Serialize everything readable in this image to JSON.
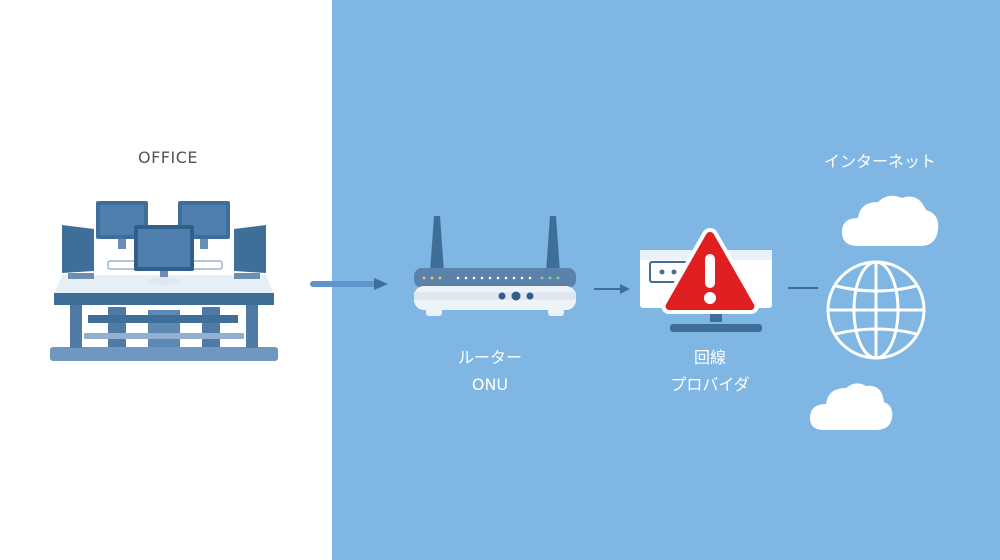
{
  "office": {
    "label": "OFFICE"
  },
  "router": {
    "label_line1": "ルーター",
    "label_line2": "ONU"
  },
  "provider": {
    "label_line1": "回線",
    "label_line2": "プロバイダ"
  },
  "internet": {
    "label": "インターネット"
  },
  "icons": {
    "office": "office-desks-computers-icon",
    "router": "router-icon",
    "provider": "server-monitor-icon",
    "warning": "warning-triangle-icon",
    "internet": "globe-icon",
    "cloud": "cloud-icon"
  },
  "colors": {
    "background_right": "#7fb6e3",
    "device_blue": "#3f6f99",
    "warning_red": "#e02020"
  }
}
